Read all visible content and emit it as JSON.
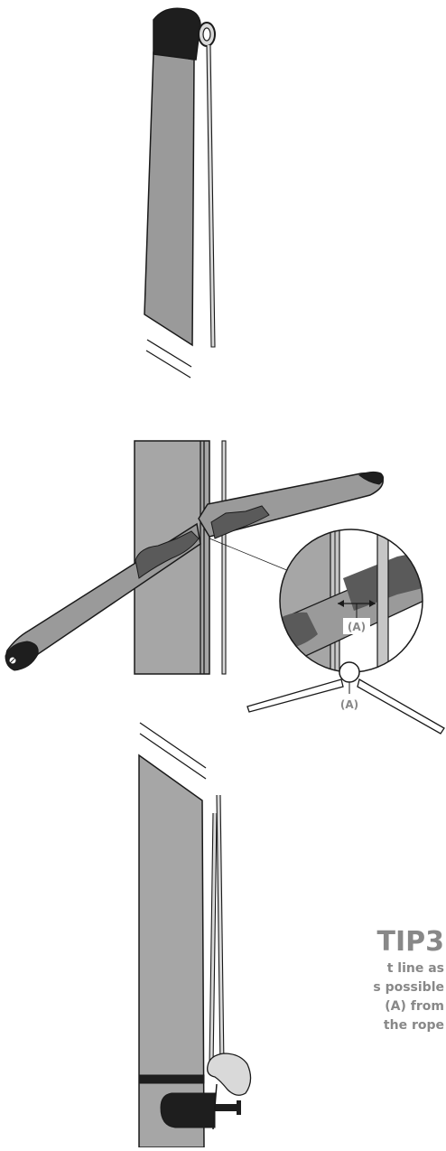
{
  "labels": {
    "inset_label": "(A)",
    "shape_label": "(A)"
  },
  "tip": {
    "title": "TIP3",
    "lines": [
      "t line as",
      "s possible",
      "(A) from",
      "the rope"
    ]
  },
  "colors": {
    "sail_gray": "#9a9a9a",
    "mast_gray": "#a6a6a6",
    "batten_dark": "#5a5a5a",
    "outline": "#1a1a1a",
    "cap_black": "#1e1e1e",
    "tip_text": "#888888",
    "highlight": "#d9d9d9"
  }
}
